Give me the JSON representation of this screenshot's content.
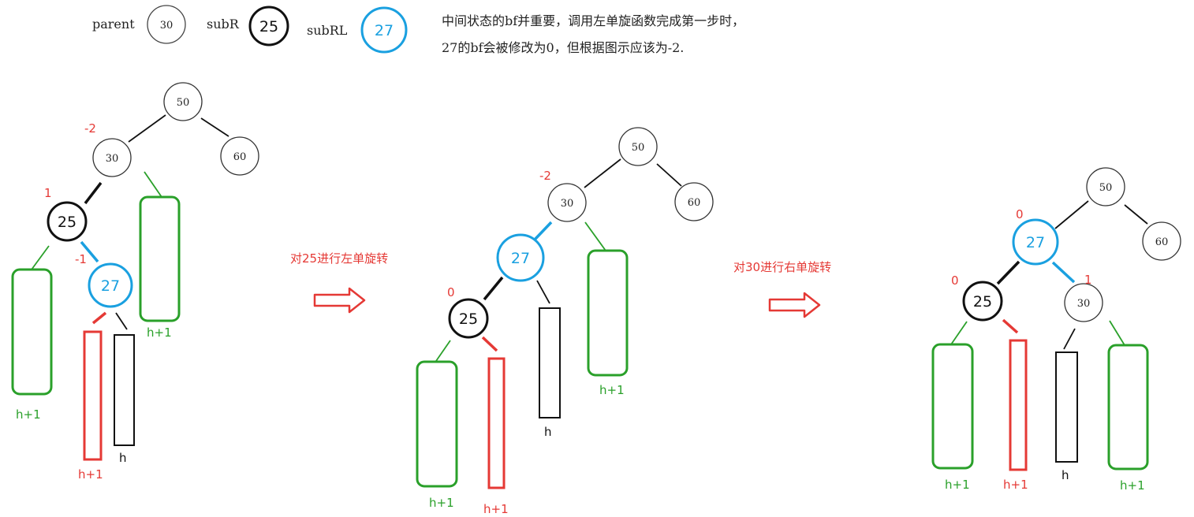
{
  "legend": {
    "parent_label": "parent",
    "parent_value": "30",
    "subr_label": "subR",
    "subr_value": "25",
    "subrl_label": "subRL",
    "subrl_value": "27"
  },
  "note": {
    "line1": "中间状态的bf并重要，调用左单旋函数完成第一步时，",
    "line2": "27的bf会被修改为0，但根据图示应该为-2."
  },
  "steps": {
    "step1": "对25进行左单旋转",
    "step2": "对30进行右单旋转"
  },
  "tree1": {
    "n50": "50",
    "n60": "60",
    "n30": "30",
    "n25": "25",
    "n27": "27",
    "bf30": "-2",
    "bf25": "1",
    "bf27": "-1",
    "h_left": "h+1",
    "h_right": "h+1",
    "h_red": "h+1",
    "h_black": "h"
  },
  "tree2": {
    "n50": "50",
    "n60": "60",
    "n30": "30",
    "n27": "27",
    "n25": "25",
    "bf30": "-2",
    "bf25": "0",
    "h_green1": "h+1",
    "h_red": "h+1",
    "h_black": "h",
    "h_green2": "h+1"
  },
  "tree3": {
    "n50": "50",
    "n60": "60",
    "n27": "27",
    "n25": "25",
    "n30": "30",
    "bf27": "0",
    "bf25": "0",
    "bf30": "1",
    "h_green1": "h+1",
    "h_red": "h+1",
    "h_black": "h",
    "h_green2": "h+1"
  },
  "colors": {
    "green": "#2aa02a",
    "red": "#e53935",
    "blue": "#1aa0e0",
    "black": "#111111",
    "gray": "#333333"
  }
}
